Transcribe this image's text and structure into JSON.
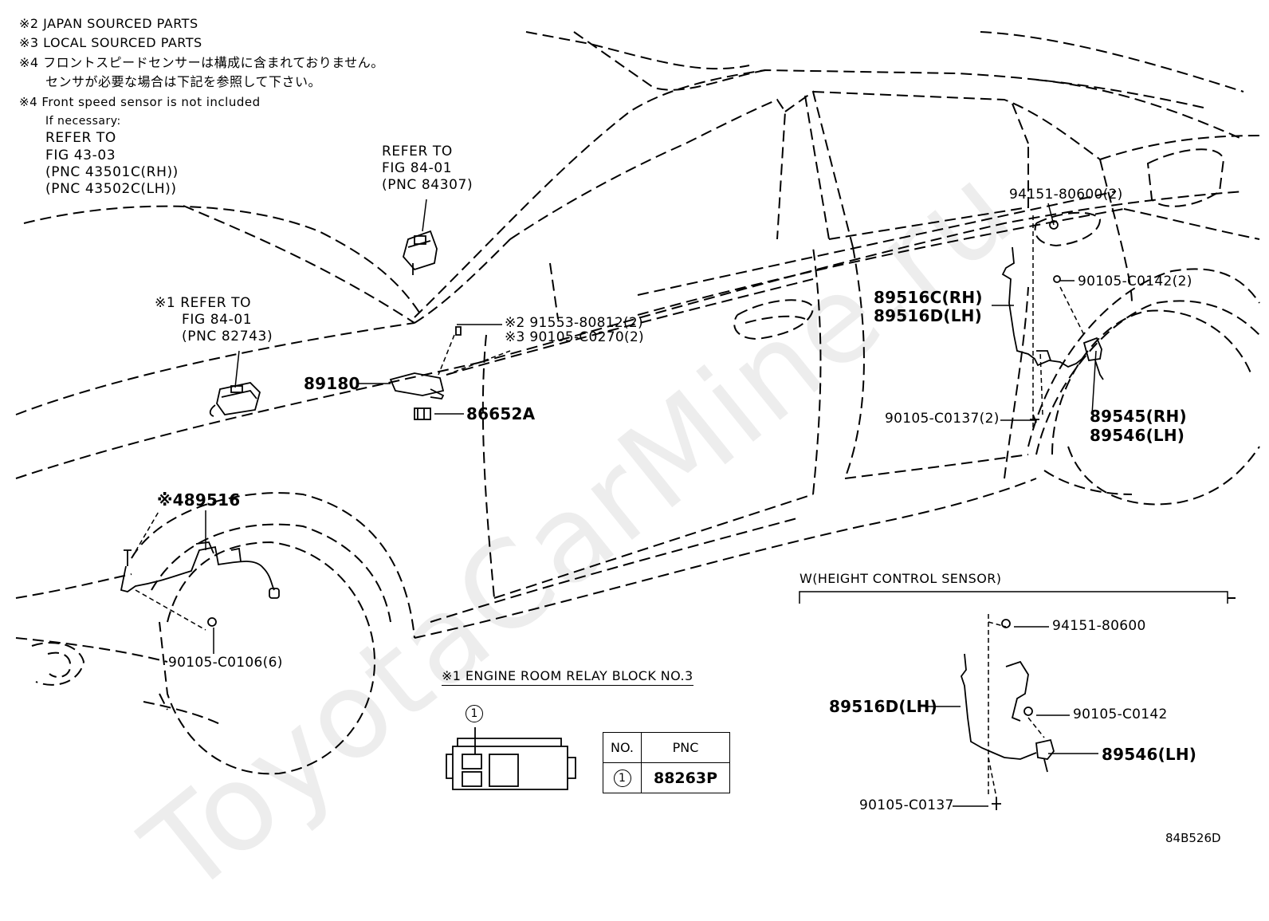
{
  "notes": {
    "n2": "※2 JAPAN SOURCED PARTS",
    "n3": "※3 LOCAL SOURCED PARTS",
    "n4_jp_1": "※4 フロントスピードセンサーは構成に含まれておりません。",
    "n4_jp_2": "センサが必要な場合は下記を参照して下さい。",
    "n4_en_1": "※4 Front speed sensor is not included",
    "n4_en_2": "If necessary:",
    "n4_en_3": "REFER TO",
    "n4_en_4": "FIG 43-03",
    "n4_en_5": "(PNC 43501C(RH))",
    "n4_en_6": "(PNC 43502C(LH))"
  },
  "refs": {
    "r84307": [
      "REFER TO",
      "FIG 84-01",
      "(PNC 84307)"
    ],
    "r82743": [
      "※1 REFER TO",
      "FIG 84-01",
      "(PNC 82743)"
    ]
  },
  "parts": {
    "p91553": "※2 91553-80812(2)",
    "p90105_c0270": "※3 90105-C0270(2)",
    "p89180": "89180",
    "p86652a": "86652A",
    "p89516": "※489516",
    "p90105_c0106": "90105-C0106(6)",
    "p94151_2": "94151-80600(2)",
    "p90105_c0142_2": "90105-C0142(2)",
    "p89516c": "89516C(RH)",
    "p89516d": "89516D(LH)",
    "p90105_c0137_2": "90105-C0137(2)",
    "p89545": "89545(RH)",
    "p89546": "89546(LH)"
  },
  "height_control": {
    "caption": "W(HEIGHT CONTROL SENSOR)",
    "p94151": "94151-80600",
    "p89516d": "89516D(LH)",
    "p90105_c0142": "90105-C0142",
    "p89546": "89546(LH)",
    "p90105_c0137": "90105-C0137"
  },
  "relay_block": {
    "caption": "※1  ENGINE ROOM RELAY BLOCK NO.3",
    "callout": "1",
    "table": {
      "headers": [
        "NO.",
        "PNC"
      ],
      "rows": [
        {
          "no": "1",
          "pnc": "88263P"
        }
      ]
    }
  },
  "diagram_code": "84B526D",
  "watermark": "ToyotaCarMine.ru"
}
